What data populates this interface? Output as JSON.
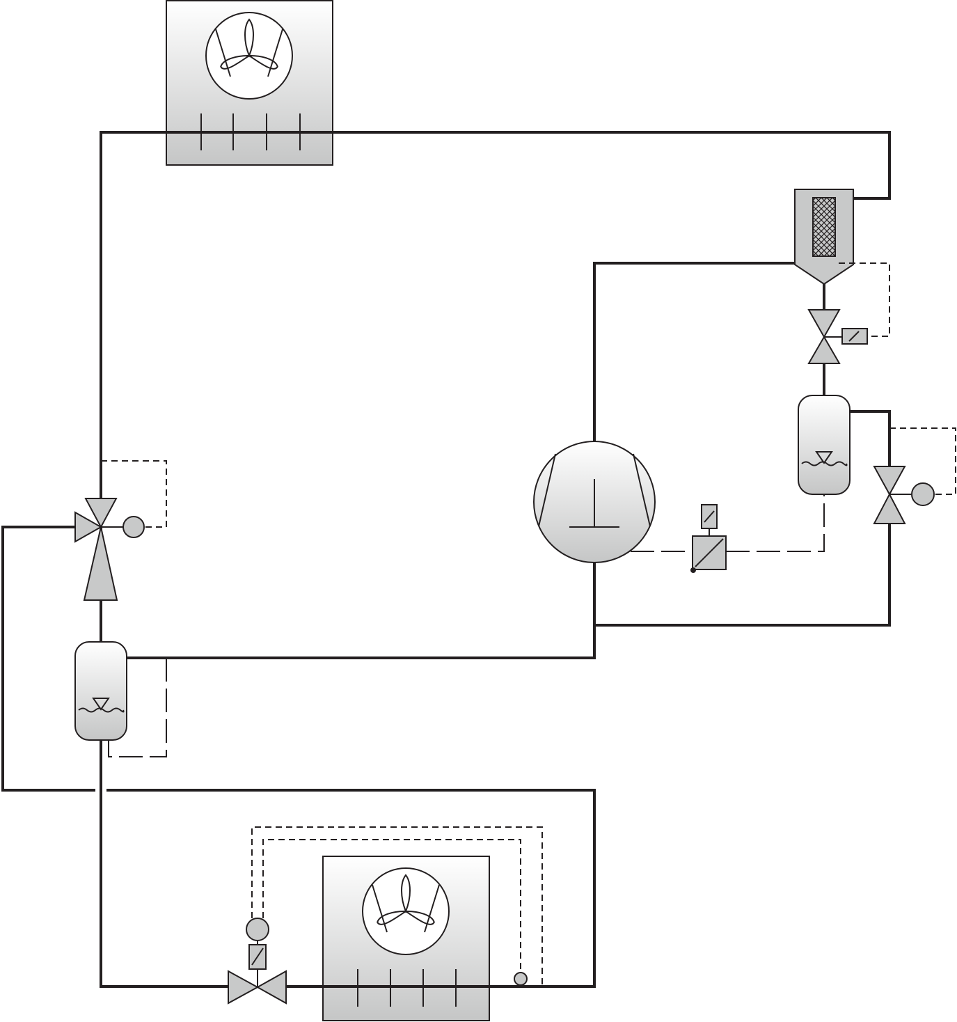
{
  "colors": {
    "line": "#231f20",
    "component_fill": "#c8c9c9",
    "gradient_top": "#ffffff",
    "gradient_bottom": "#c5c6c6",
    "background": "#ffffff"
  },
  "components": [
    {
      "id": "condenser",
      "icon": "fan-heat-exchanger-icon"
    },
    {
      "id": "evaporator",
      "icon": "fan-heat-exchanger-icon"
    },
    {
      "id": "compressor",
      "icon": "compressor-icon"
    },
    {
      "id": "oil-separator",
      "icon": "oil-separator-icon"
    },
    {
      "id": "solenoid-valve",
      "icon": "solenoid-valve-icon"
    },
    {
      "id": "oil-receiver",
      "icon": "liquid-receiver-icon"
    },
    {
      "id": "oil-level-valve",
      "icon": "float-valve-icon"
    },
    {
      "id": "oil-level-regulator",
      "icon": "oil-level-regulator-icon"
    },
    {
      "id": "three-way-valve",
      "icon": "three-way-valve-icon"
    },
    {
      "id": "liquid-receiver",
      "icon": "liquid-receiver-icon"
    },
    {
      "id": "expansion-valve",
      "icon": "expansion-valve-icon"
    },
    {
      "id": "temperature-sensor",
      "icon": "sensor-bulb-icon"
    }
  ]
}
